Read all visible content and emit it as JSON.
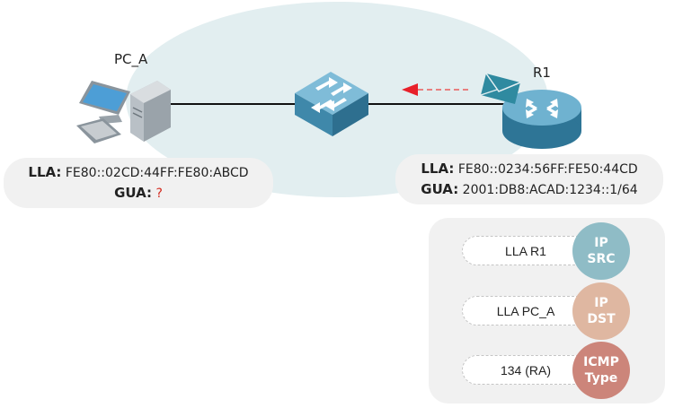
{
  "devices": {
    "pc": {
      "name": "PC_A"
    },
    "router": {
      "name": "R1"
    }
  },
  "pc_info": {
    "lla_label": "LLA:",
    "lla_value": "FE80::02CD:44FF:FE80:ABCD",
    "gua_label": "GUA:",
    "gua_value": "?"
  },
  "router_info": {
    "lla_label": "LLA:",
    "lla_value": "FE80::0234:56FF:FE50:44CD",
    "gua_label": "GUA:",
    "gua_value": "2001:DB8:ACAD:1234::1/64"
  },
  "packet": {
    "fields": [
      {
        "value": "LLA R1",
        "tag_line1": "IP",
        "tag_line2": "SRC",
        "color": "#8fbcc6"
      },
      {
        "value": "LLA PC_A",
        "tag_line1": "IP",
        "tag_line2": "DST",
        "color": "#dfb7a1"
      },
      {
        "value": "134 (RA)",
        "tag_line1": "ICMP",
        "tag_line2": "Type",
        "color": "#cc857a"
      }
    ]
  },
  "colors": {
    "arrow": "#e8202a",
    "ellipse": "#e2eef0",
    "device_blue": "#3a8fb0"
  }
}
